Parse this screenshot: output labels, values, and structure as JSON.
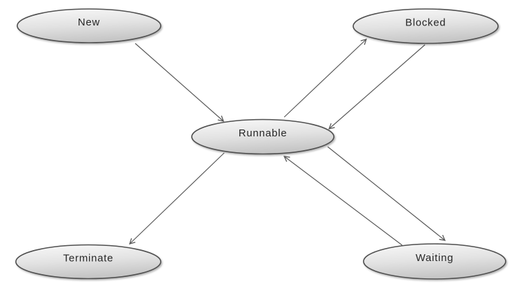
{
  "diagram": {
    "type": "state-diagram",
    "subject": "thread-lifecycle-states",
    "background": "#ffffff",
    "nodes": [
      {
        "id": "new",
        "label": "New"
      },
      {
        "id": "blocked",
        "label": "Blocked"
      },
      {
        "id": "runnable",
        "label": "Runnable"
      },
      {
        "id": "terminate",
        "label": "Terminate"
      },
      {
        "id": "waiting",
        "label": "Waiting"
      }
    ],
    "edges": [
      {
        "from": "new",
        "to": "runnable"
      },
      {
        "from": "runnable",
        "to": "blocked"
      },
      {
        "from": "blocked",
        "to": "runnable"
      },
      {
        "from": "runnable",
        "to": "waiting"
      },
      {
        "from": "waiting",
        "to": "runnable"
      },
      {
        "from": "runnable",
        "to": "terminate"
      }
    ],
    "colors": {
      "node_fill_top": "#f9f9f9",
      "node_fill_bottom": "#c6c6c6",
      "node_border": "#4f4f4f",
      "edge": "#595959",
      "label": "#262626",
      "background": "#ffffff"
    }
  }
}
